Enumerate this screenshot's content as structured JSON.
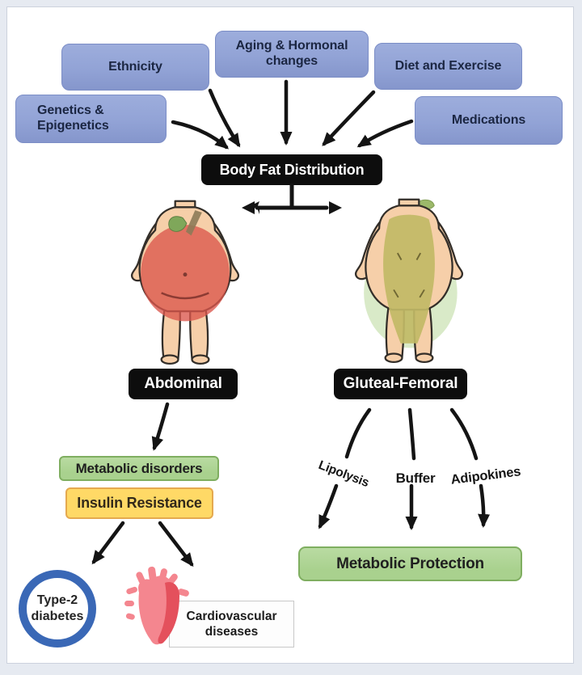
{
  "colors": {
    "frame_bg": "#e6eaf1",
    "panel_bg": "#ffffff",
    "factor_fill": "#92a3d6",
    "factor_border": "#7b8dc6",
    "factor_text": "#1b2642",
    "black_box": "#0d0d0d",
    "black_box_text": "#ffffff",
    "green_fill": "#a9d18e",
    "green_border": "#7fae60",
    "yellow_fill": "#ffd966",
    "yellow_border": "#e5a94e",
    "arrow": "#141414",
    "diabetes_ring": "#3a68b6",
    "heart_pink": "#f4868f",
    "heart_red": "#e4505c",
    "apple_red": "#db564b",
    "leaf_green": "#7fa75a",
    "stem_brown": "#8d7a58",
    "pear_olive": "#c1ba66",
    "pear_light": "#b9d89b",
    "skin": "#f6cfa9",
    "body_outline": "#332e29",
    "cardio_border": "#c8c8c8",
    "cardio_bg": "#fdfdfd",
    "text_dark": "#1f1f1f"
  },
  "factors": [
    {
      "id": "ethnicity",
      "label": "Ethnicity"
    },
    {
      "id": "aging",
      "label": "Aging & Hormonal changes"
    },
    {
      "id": "diet",
      "label": "Diet and Exercise"
    },
    {
      "id": "genetics",
      "label": "Genetics & Epigenetics"
    },
    {
      "id": "medications",
      "label": "Medications"
    }
  ],
  "hub": {
    "label": "Body Fat Distribution"
  },
  "left_branch": {
    "type_label": "Abdominal",
    "disorders_label": "Metabolic disorders",
    "insulin_label": "Insulin Resistance",
    "diabetes_line1": "Type-2",
    "diabetes_line2": "diabetes",
    "cardio_label": "Cardiovascular diseases"
  },
  "right_branch": {
    "type_label": "Gluteal-Femoral",
    "mechanisms": [
      {
        "label": "Lipolysis"
      },
      {
        "label": "Buffer"
      },
      {
        "label": "Adipokines"
      }
    ],
    "protection_label": "Metabolic Protection"
  }
}
